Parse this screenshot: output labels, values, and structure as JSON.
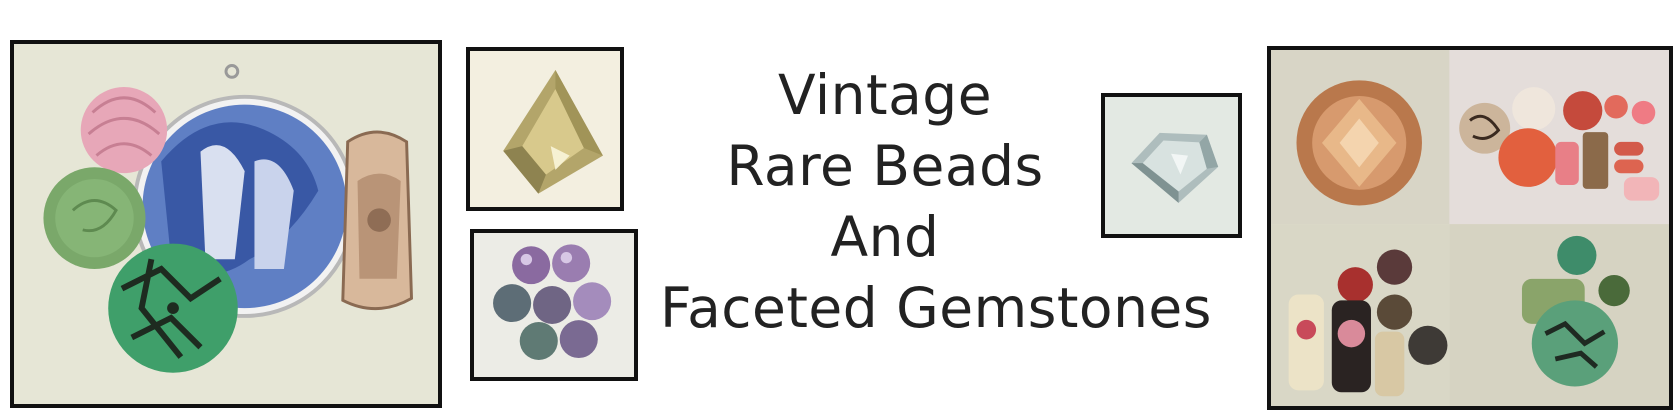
{
  "banner": {
    "title_lines": [
      "Vintage",
      "Rare Beads",
      "And",
      "Faceted Gemstones"
    ]
  },
  "images": {
    "left_collage": "bead-collage-icon",
    "topaz": "trillion-gem-icon",
    "fluorite": "fluorite-beads-icon",
    "aquamarine": "trillion-gem-icon",
    "right_grid": "bead-grid-icon"
  },
  "colors": {
    "text": "#222222",
    "frame_border": "#111111",
    "background": "#ffffff"
  }
}
